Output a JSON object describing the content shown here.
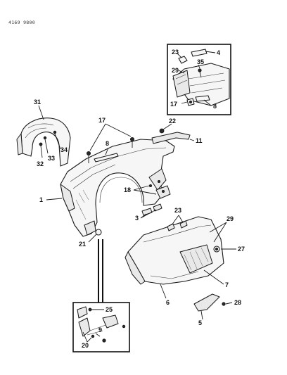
{
  "header_code": "4169 9800",
  "callouts": {
    "c1": "1",
    "c3": "3",
    "c4": "4",
    "c5": "5",
    "c6": "6",
    "c7": "7",
    "c8_main": "8",
    "c8_inset": "8",
    "c9": "9",
    "c11": "11",
    "c17_main": "17",
    "c17_inset": "17",
    "c18": "18",
    "c20": "20",
    "c21": "21",
    "c22": "22",
    "c23_main": "23",
    "c23_inset": "23",
    "c25": "25",
    "c27": "27",
    "c28": "28",
    "c29_main": "29",
    "c29_inset": "29",
    "c31": "31",
    "c32": "32",
    "c33": "33",
    "c34": "34",
    "c35": "35"
  }
}
